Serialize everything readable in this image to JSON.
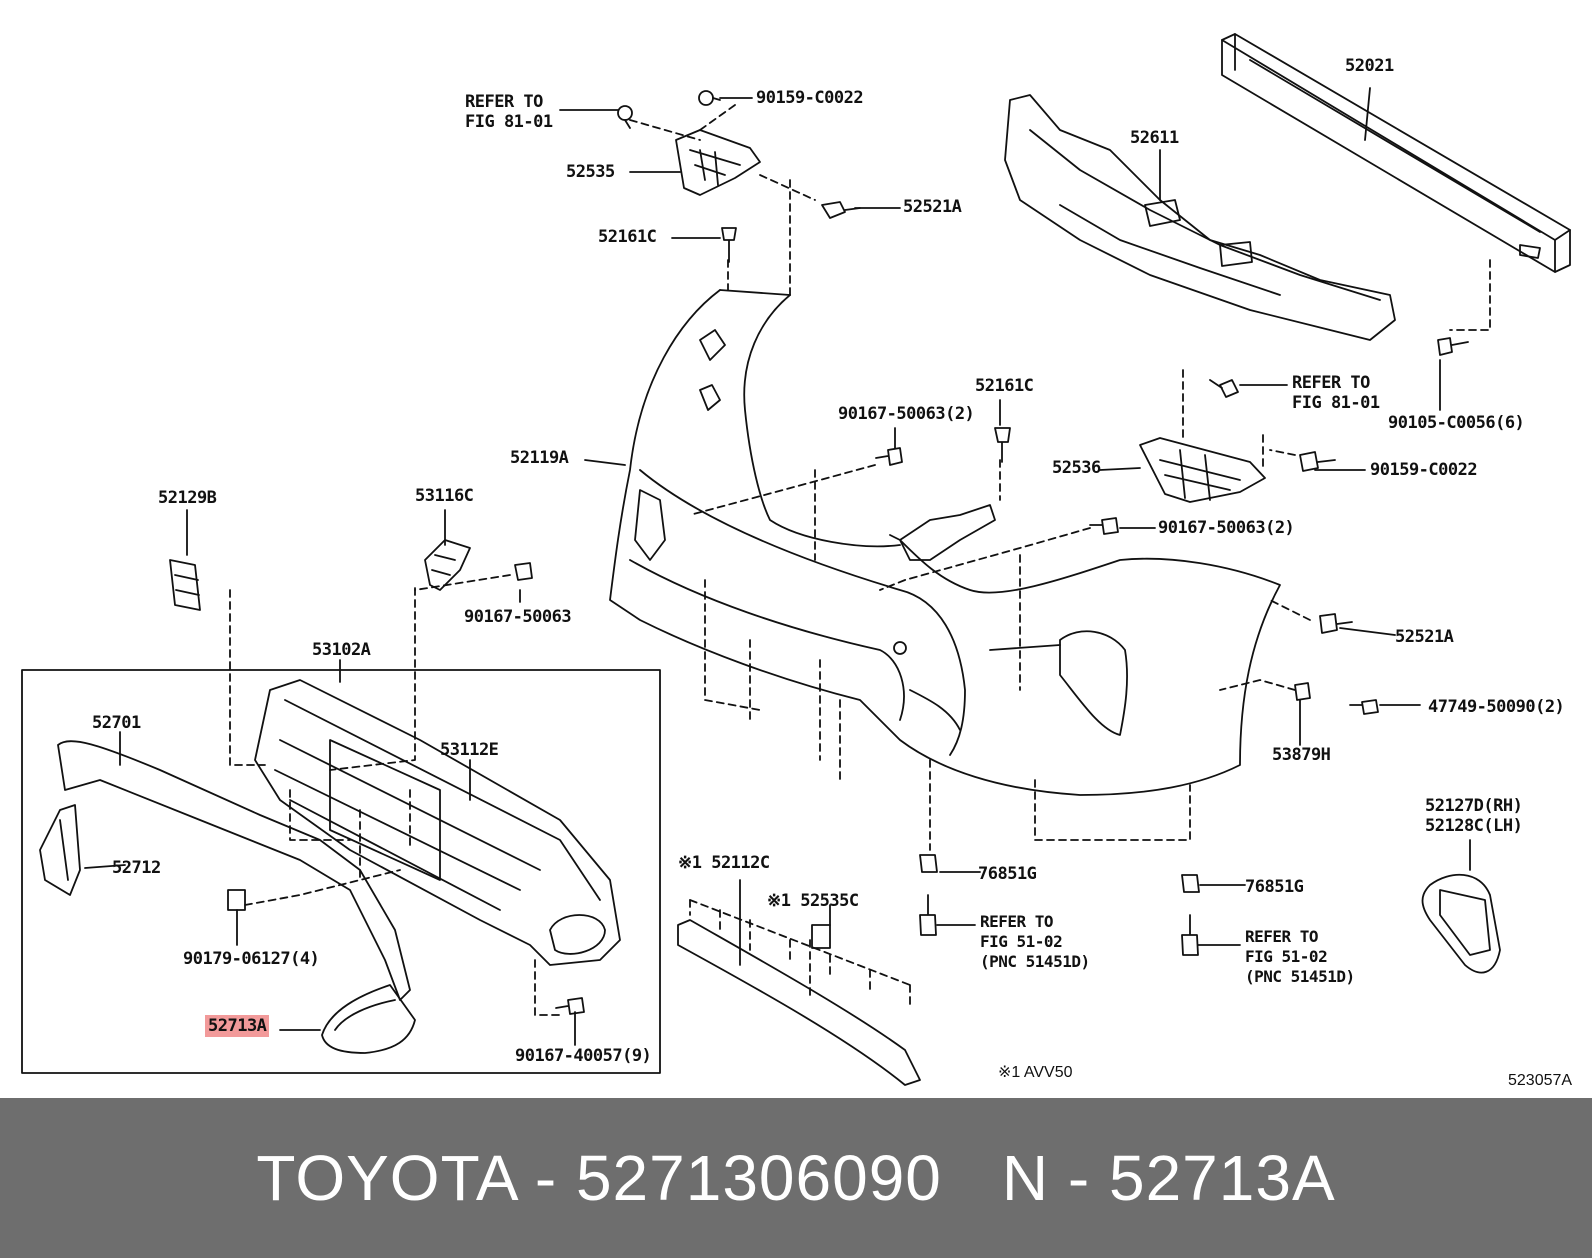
{
  "diagram_labels": {
    "refer_fig_81_01_a": "REFER TO\nFIG 81-01",
    "p90159_c0022_a": "90159-C0022",
    "p52535": "52535",
    "p52521a_a": "52521A",
    "p52161c_a": "52161C",
    "p52021": "52021",
    "p52611": "52611",
    "refer_fig_81_01_b": "REFER TO\nFIG 81-01",
    "p90105_c0056": "90105-C0056(6)",
    "p90167_50063_2_a": "90167-50063(2)",
    "p52161c_b": "52161C",
    "p52536": "52536",
    "p90159_c0022_b": "90159-C0022",
    "p52119a": "52119A",
    "p90167_50063_2_b": "90167-50063(2)",
    "p52129b": "52129B",
    "p53116c": "53116C",
    "p90167_50063": "90167-50063",
    "p52521a_b": "52521A",
    "p53102a": "53102A",
    "p52701": "52701",
    "p53112e": "53112E",
    "p47749_50090": "47749-50090(2)",
    "p53879h": "53879H",
    "p52712": "52712",
    "p52127d_52128c": "52127D(RH)\n52128C(LH)",
    "p52112c": "※1 52112C",
    "p76851g_a": "76851G",
    "p76851g_b": "76851G",
    "p52535c": "※1 52535C",
    "refer_fig_51_02_a": "REFER TO\nFIG 51-02\n(PNC 51451D)",
    "refer_fig_51_02_b": "REFER TO\nFIG 51-02\n(PNC 51451D)",
    "p90179_06127": "90179-06127(4)",
    "p52713a": "52713A",
    "p90167_40057": "90167-40057(9)",
    "note_avv50": "※1 AVV50",
    "figure_code": "523057A"
  },
  "highlight_color": "#f29a9a",
  "footer": {
    "brand_part": "TOYOTA - 5271306090",
    "ref": "N - 52713A",
    "background": "#6e6e6e",
    "text_color": "#ffffff"
  }
}
